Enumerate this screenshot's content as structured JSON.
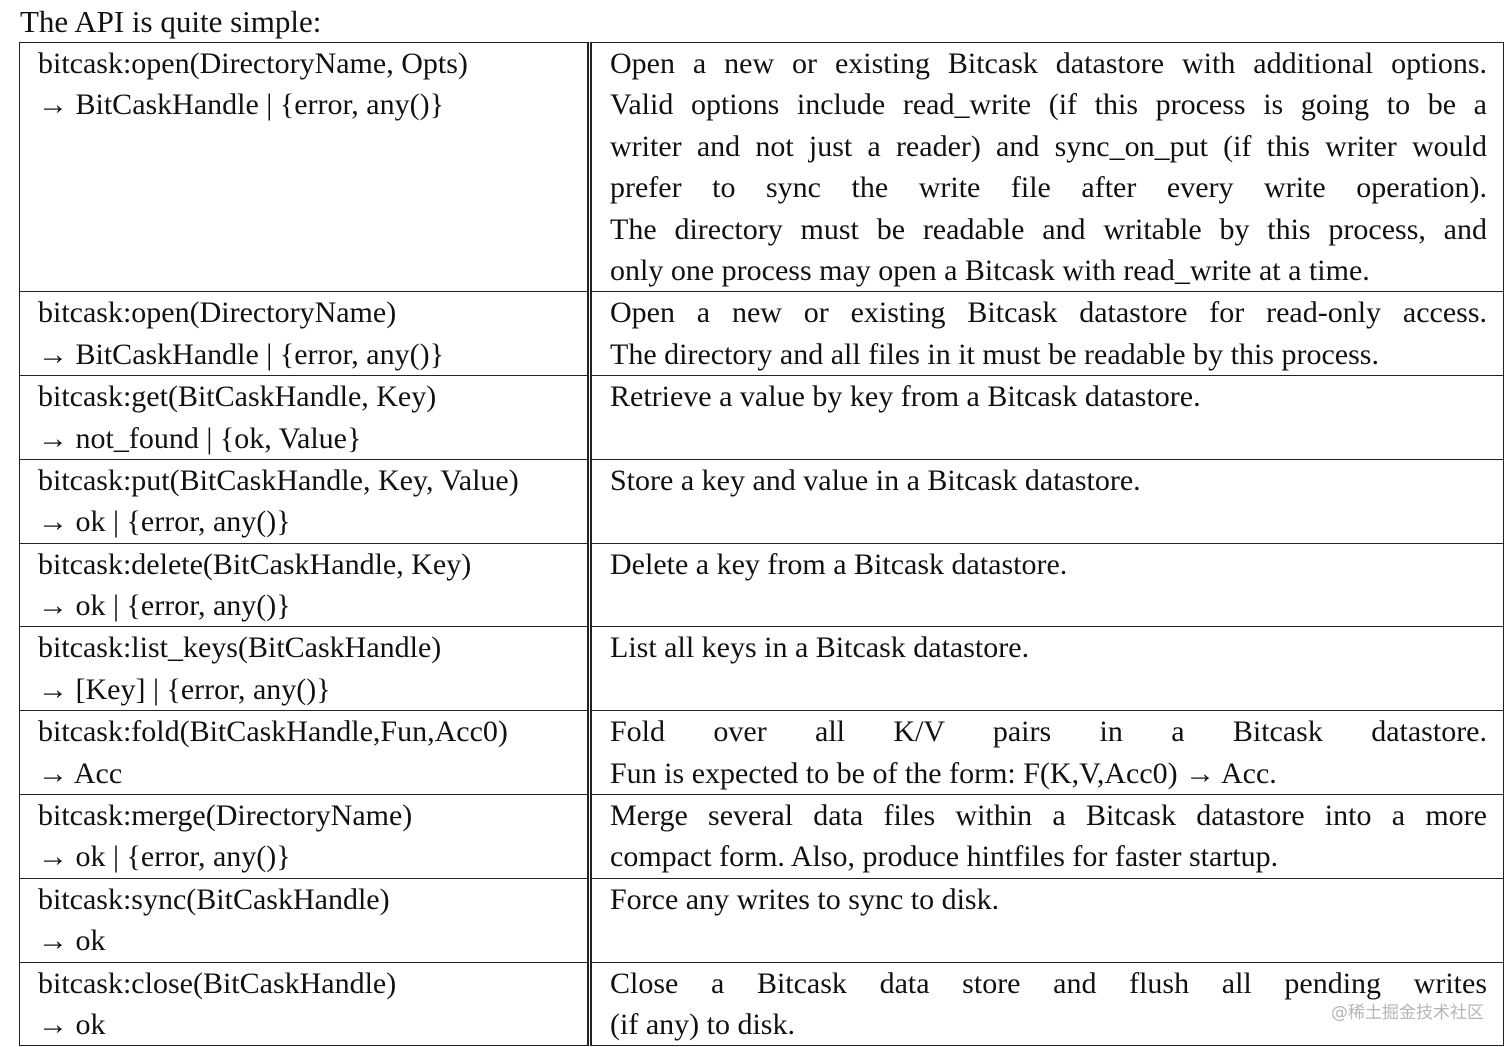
{
  "intro": "The API is quite simple:",
  "rows": [
    {
      "sig": [
        "bitcask:open(DirectoryName, Opts)",
        "→ BitCaskHandle | {error, any()}"
      ],
      "desc": [
        "Open a new or existing Bitcask datastore with additional options.",
        "Valid options include read_write (if this process is going to be a",
        "writer and not just a reader) and sync_on_put (if this writer would",
        "prefer to sync the write file after every write operation).",
        "The directory must be readable and writable by this process, and",
        "only one process may open a Bitcask with read_write at a time."
      ]
    },
    {
      "sig": [
        "bitcask:open(DirectoryName)",
        "→ BitCaskHandle | {error, any()}"
      ],
      "desc": [
        "Open a new or existing Bitcask datastore for read-only access.",
        "The directory and all files in it must be readable by this process."
      ]
    },
    {
      "sig": [
        "bitcask:get(BitCaskHandle, Key)",
        "→ not_found | {ok, Value}"
      ],
      "desc": [
        "Retrieve a value by key from a Bitcask datastore."
      ]
    },
    {
      "sig": [
        "bitcask:put(BitCaskHandle, Key, Value)",
        "→ ok | {error, any()}"
      ],
      "desc": [
        "Store a key and value in a Bitcask datastore."
      ]
    },
    {
      "sig": [
        "bitcask:delete(BitCaskHandle, Key)",
        "→ ok | {error, any()}"
      ],
      "desc": [
        "Delete a key from a Bitcask datastore."
      ]
    },
    {
      "sig": [
        "bitcask:list_keys(BitCaskHandle)",
        "→ [Key] | {error, any()}"
      ],
      "desc": [
        "List all keys in a Bitcask datastore."
      ]
    },
    {
      "sig": [
        "bitcask:fold(BitCaskHandle,Fun,Acc0)",
        "→ Acc"
      ],
      "desc": [
        "Fold over all K/V pairs in a Bitcask datastore.",
        "Fun is expected to be of the form: F(K,V,Acc0) → Acc."
      ]
    },
    {
      "sig": [
        "bitcask:merge(DirectoryName)",
        "→ ok | {error, any()}"
      ],
      "desc": [
        "Merge several data files within a Bitcask datastore into a more",
        "compact form. Also, produce hintfiles for faster startup."
      ]
    },
    {
      "sig": [
        "bitcask:sync(BitCaskHandle)",
        "→ ok"
      ],
      "desc": [
        "Force any writes to sync to disk."
      ]
    },
    {
      "sig": [
        "bitcask:close(BitCaskHandle)",
        "→ ok"
      ],
      "desc": [
        "Close a Bitcask data store and flush all pending writes",
        "(if any) to disk."
      ]
    }
  ],
  "watermark": "@稀土掘金技术社区"
}
